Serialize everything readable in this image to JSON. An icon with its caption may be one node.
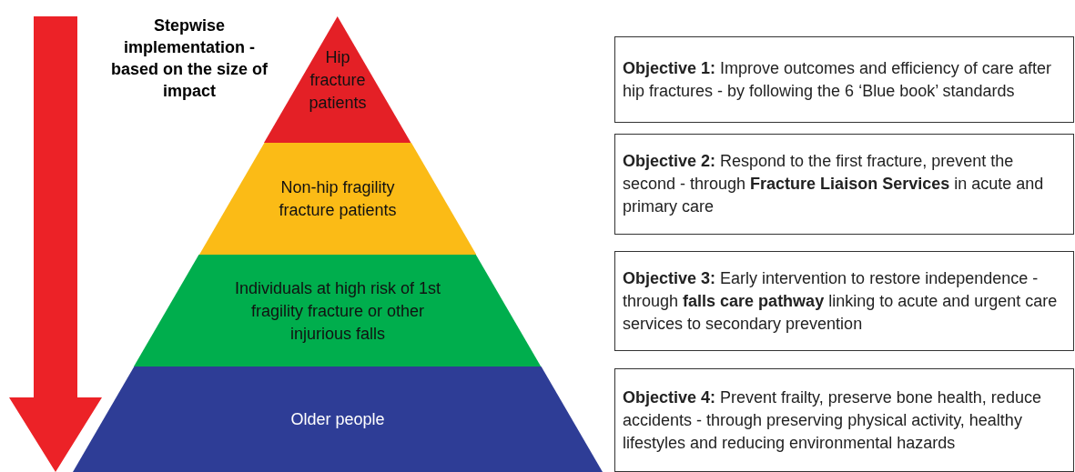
{
  "diagram": {
    "nodes": [
      {
        "text": [
          "Hip fracture patients"
        ]
      },
      {
        "text": [
          "Non-hip fragility fracture patients"
        ]
      },
      {
        "text": [
          "Individuals at high risk of 1st fragility fracture or other injurious falls"
        ]
      },
      {
        "text": [
          "Older people"
        ]
      },
      {
        "text": [
          "**Objective 1:** Improve outcomes and efficiency of care after hip fractures - by following the 6 ‘Blue book’ standards"
        ]
      },
      {
        "text": [
          "**Objective 2:** Respond to the first fracture, prevent the second - through **Fracture Liaison Services** in acute and primary care"
        ]
      },
      {
        "text": [
          "**Objective 3:** Early intervention to restore independence - through **falls care pathway** linking to acute and urgent care services to secondary prevention"
        ]
      },
      {
        "text": [
          "**Objective 4:** Prevent frailty, preserve bone health, reduce accidents - through preserving physical activity, healthy lifestyles and reducing environmental hazards"
        ]
      }
    ],
    "labels": [
      "Stepwise implementation - based on the size of impact"
    ]
  }
}
